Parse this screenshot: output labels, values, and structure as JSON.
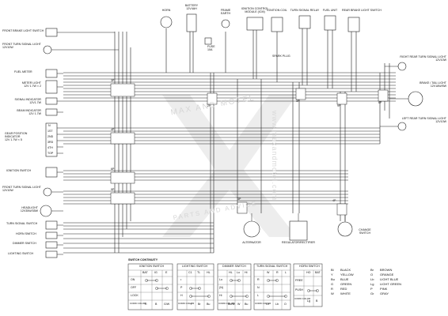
{
  "components": {
    "horn": "HORN",
    "battery": "BATTERY\n12V4AH",
    "frame_earth": "FRAME\nEARTH",
    "ignition_control": "IGNITION CONTROL\nMODULE (ICM)",
    "ignition_coil": "IGNITION COIL",
    "turn_relay": "TURN SIGNAL RELAY",
    "fuel_unit": "FUEL UNIT",
    "rear_brake_switch": "REAR BRAKE LIGHT SWITCH",
    "front_brake_switch": "FRONT BRAKE LIGHT SWITCH",
    "front_turn_left": "FRONT TURN SIGNAL LIGHT\n12V10W",
    "fuel_meter": "FUEL METER",
    "meter_light": "METER LIGHT\n12V 1.7W × 2",
    "signal_indicator": "SIGNAL INDICATOR\n12V1.7W",
    "beam_indicator": "BEAM INDICATOR\n12V 1.7W",
    "gear_indicator": "GEAR POSITION\nINDICATOR\n12V 1.7W × 5",
    "ignition_switch": "IGNITION SWITCH",
    "front_turn_right": "FRONT TURN SIGNAL LIGHT\n12V10W",
    "headlight": "HEADLIGHT\n12V35W/35W",
    "turn_switch": "TURN SIGNAL SWITCH",
    "horn_switch": "HORN SWITCH",
    "dimmer_switch": "DIMMER SWITCH",
    "lighting_switch": "LIGHTING SWITCH",
    "fuse": "FUSE\n10A",
    "spark_plug": "SPARK PLUG",
    "alternator": "ALTERNATOR",
    "regulator": "REGULATOR/RECTIFIER",
    "rear_turn_right": "RIGHT REAR TURN SIGNAL LIGHT\n12V10W",
    "brake_tail": "BRAKE / TAIL LIGHT\n12V18W/5W",
    "rear_turn_left": "LEFT REAR TURN SIGNAL LIGHT\n12V10W",
    "change_switch": "CHANGE\nSWITCH",
    "gear_positions": [
      "N",
      "1ST",
      "2ND",
      "3RD",
      "4TH",
      "TOP"
    ]
  },
  "connector_labels": [
    "3P",
    "4P",
    "6P",
    "9P",
    "2P",
    "3P",
    "9P",
    "6P",
    "4P",
    "3P"
  ],
  "switch_continuity": {
    "title": "SWITCH CONTINUITY",
    "tables": [
      {
        "name": "IGNITION SWITCH",
        "cols": [
          "",
          "BAT",
          "IG",
          "E"
        ],
        "rows": [
          "ON",
          "OFF",
          "LOCK"
        ],
        "color_label": "CORD COLOR",
        "colors": [
          "R",
          "B",
          "G/W"
        ]
      },
      {
        "name": "LIGHTING SWITCH",
        "cols": [
          "",
          "C1",
          "TL",
          "HL"
        ],
        "rows": [
          "•",
          "P",
          "H"
        ],
        "color_label": "CORD COLOR",
        "colors": [
          "Y",
          "Br",
          "Bu"
        ]
      },
      {
        "name": "DIMMER SWITCH",
        "cols": [
          "",
          "HL",
          "Lo",
          "Hi"
        ],
        "rows": [
          "Lo",
          "(N)",
          "Hi"
        ],
        "color_label": "CORD COLOR",
        "colors": [
          "Bu/W",
          "W",
          "Bu"
        ]
      },
      {
        "name": "TURN SIGNAL SWITCH",
        "cols": [
          "",
          "W",
          "R",
          "L"
        ],
        "rows": [
          "R",
          "N",
          "L"
        ],
        "color_label": "CORD COLOR",
        "colors": [
          "Gr",
          "Lb",
          "O"
        ]
      },
      {
        "name": "HORN SWITCH",
        "cols": [
          "",
          "HO",
          "BAT"
        ],
        "rows": [
          "FREE",
          "PUSH"
        ],
        "color_label": "CORD COLOR",
        "colors": [
          "Lg",
          "B"
        ]
      }
    ]
  },
  "legend": [
    {
      "code": "Bl",
      "name": "BLACK"
    },
    {
      "code": "Y",
      "name": "YELLOW"
    },
    {
      "code": "Bu",
      "name": "BLUE"
    },
    {
      "code": "G",
      "name": "GREEN"
    },
    {
      "code": "R",
      "name": "RED"
    },
    {
      "code": "W",
      "name": "WHITE"
    },
    {
      "code": "Br",
      "name": "BROWN"
    },
    {
      "code": "O",
      "name": "ORANGE"
    },
    {
      "code": "Lb",
      "name": "LIGHT BLUE"
    },
    {
      "code": "Lg",
      "name": "LIGHT GREEN"
    },
    {
      "code": "P",
      "name": "PINK"
    },
    {
      "code": "Gr",
      "name": "GRAY"
    }
  ],
  "watermark": {
    "line1": "MAX AND MOTEL",
    "line2": "PARTS AND ADVICE",
    "vertical": "www.maxandmotel.com"
  }
}
